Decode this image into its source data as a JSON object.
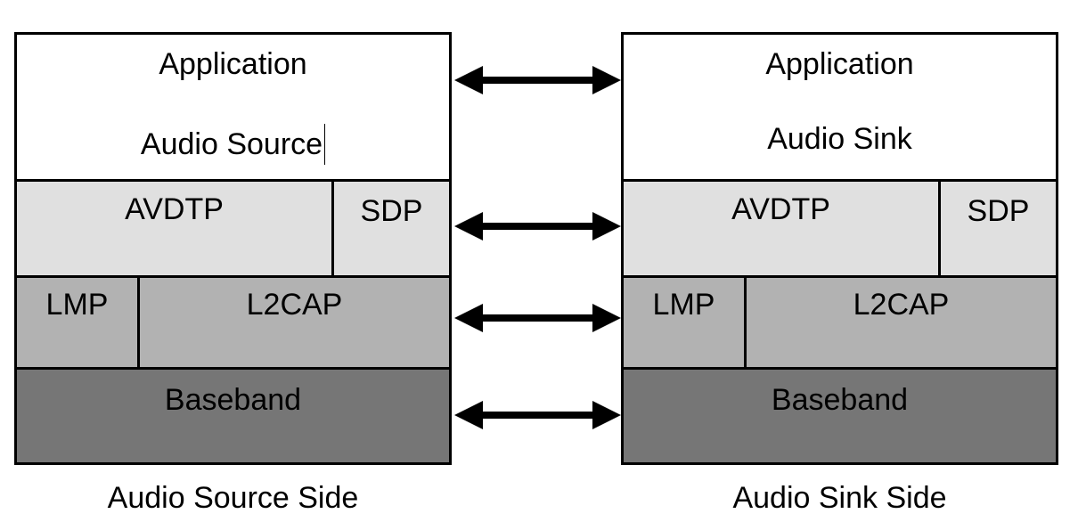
{
  "left": {
    "app_title": "Application",
    "app_role": "Audio Source",
    "avdtp": "AVDTP",
    "sdp": "SDP",
    "lmp": "LMP",
    "l2cap": "L2CAP",
    "baseband": "Baseband",
    "caption": "Audio Source Side"
  },
  "right": {
    "app_title": "Application",
    "app_role": "Audio Sink",
    "avdtp": "AVDTP",
    "sdp": "SDP",
    "lmp": "LMP",
    "l2cap": "L2CAP",
    "baseband": "Baseband",
    "caption": "Audio Sink Side"
  },
  "colors": {
    "application": "#ffffff",
    "avdtp_layer": "#e0e0e0",
    "l2cap_layer": "#b2b2b2",
    "baseband_layer": "#767676",
    "border": "#000000"
  }
}
